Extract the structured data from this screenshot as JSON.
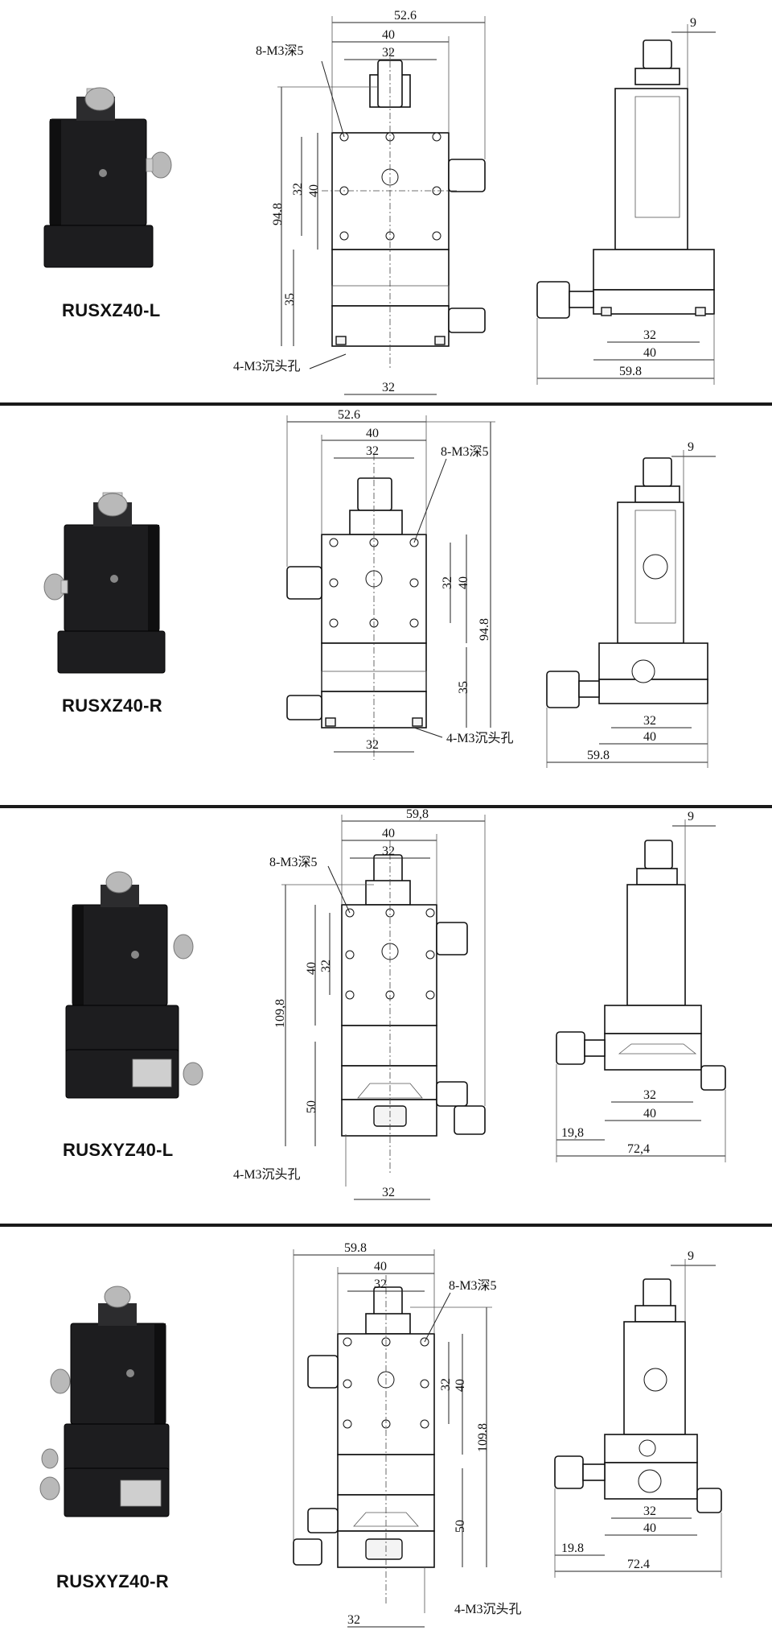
{
  "panels": [
    {
      "id": "RUSXZ40-L",
      "product_label": "RUSXZ40-L",
      "front_dims": {
        "overall_width": "52.6",
        "plate_width": "40",
        "hole_pitch_top": "32",
        "tapped_holes": "8-M3深5",
        "height_overall": "94.8",
        "hole_pitch_vertical": "40",
        "hole_pitch_inner": "32",
        "base_height": "35",
        "counterbore_holes": "4-M3沉头孔",
        "base_hole_pitch": "32"
      },
      "side_dims": {
        "offset": "9",
        "inner": "32",
        "outer": "40",
        "depth": "59.8"
      }
    },
    {
      "id": "RUSXZ40-R",
      "product_label": "RUSXZ40-R",
      "front_dims": {
        "overall_width": "52.6",
        "plate_width": "40",
        "hole_pitch_top": "32",
        "tapped_holes": "8-M3深5",
        "hole_pitch_inner": "32",
        "hole_pitch_vertical": "40",
        "height_overall": "94.8",
        "base_height": "35",
        "counterbore_holes": "4-M3沉头孔",
        "base_hole_pitch": "32"
      },
      "side_dims": {
        "offset": "9",
        "inner": "32",
        "outer": "40",
        "depth": "59.8"
      }
    },
    {
      "id": "RUSXYZ40-L",
      "product_label": "RUSXYZ40-L",
      "front_dims": {
        "overall_width": "59,8",
        "plate_width": "40",
        "hole_pitch_top": "32",
        "tapped_holes": "8-M3深5",
        "height_overall": "109,8",
        "hole_pitch_vertical": "40",
        "hole_pitch_inner": "32",
        "base_height": "50",
        "counterbore_holes": "4-M3沉头孔",
        "base_hole_pitch": "32"
      },
      "side_dims": {
        "offset": "9",
        "inner": "32",
        "outer": "40",
        "y_offset": "19,8",
        "depth": "72,4"
      }
    },
    {
      "id": "RUSXYZ40-R",
      "product_label": "RUSXYZ40-R",
      "front_dims": {
        "overall_width": "59.8",
        "plate_width": "40",
        "hole_pitch_top": "32",
        "tapped_holes": "8-M3深5",
        "hole_pitch_inner": "32",
        "hole_pitch_vertical": "40",
        "height_overall": "109.8",
        "base_height": "50",
        "counterbore_holes": "4-M3沉头孔",
        "base_hole_pitch": "32"
      },
      "side_dims": {
        "offset": "9",
        "inner": "32",
        "outer": "40",
        "y_offset": "19.8",
        "depth": "72.4"
      }
    }
  ]
}
